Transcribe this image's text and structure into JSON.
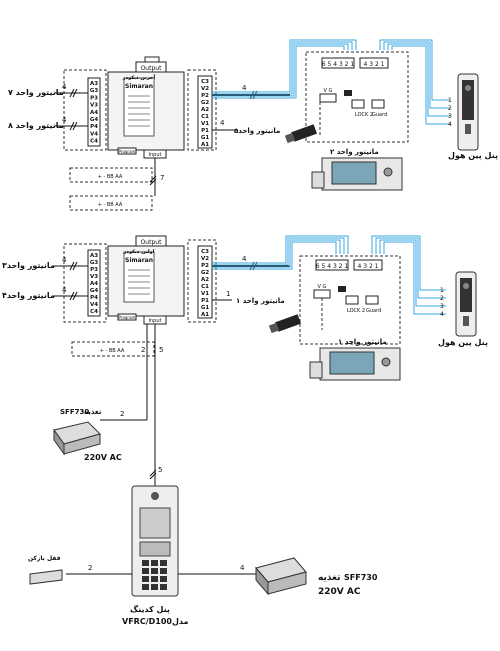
{
  "colors": {
    "wire": "#111111",
    "bus": "#3aa7e0",
    "panel_bg": "#f4f4f4"
  },
  "decoder_top": {
    "title": "آخرین دیکودر",
    "output_label": "Output",
    "input_label": "Input",
    "program_label": "Program",
    "brand": "Simaran",
    "left_terminals": [
      "A3",
      "G3",
      "P3",
      "V3",
      "A4",
      "G4",
      "P4",
      "V4",
      "C4"
    ],
    "right_terminals": [
      "C3",
      "V2",
      "P2",
      "G2",
      "A2",
      "C1",
      "V1",
      "P1",
      "G1",
      "A1"
    ]
  },
  "decoder_bottom": {
    "title": "اولین دیکودر",
    "output_label": "Output",
    "input_label": "Input",
    "program_label": "Program",
    "brand": "Simaran",
    "left_terminals": [
      "A3",
      "G3",
      "P3",
      "V3",
      "A4",
      "G4",
      "P4",
      "V4",
      "C4"
    ],
    "right_terminals": [
      "C3",
      "V2",
      "P2",
      "G2",
      "A2",
      "C1",
      "V1",
      "P1",
      "G1",
      "A1"
    ]
  },
  "labels": {
    "unit7": "مانیتور واحد ۷",
    "unit8": "مانیتور واحد ۸",
    "unit5": "مانیتور واحد۵",
    "unit3": "مانیتور واحد۳",
    "unit4": "مانیتور واحد۴",
    "unit1": "مانیتور واحد ۱",
    "monitor_unit2": "مانیتور واحد ۲",
    "monitor_unit1": "مانیتور واحد ۱",
    "door_panel_top": "پنل پین هول",
    "door_panel_bottom": "پنل پین هول",
    "lock2": "LOCK 2",
    "guard": "Guard",
    "vg": "V  G",
    "terminals_654321": "6 5 4 3 2 1",
    "terminals_4321": "4 3 2 1",
    "sff_top": "SFF730",
    "sff_top_feed": "تغذیه",
    "ac_top": "220V AC",
    "sff_bottom": "SFF730",
    "sff_bottom_feed": "تغذیه",
    "ac_bottom": "220V AC",
    "lock_label": "قفل بازکن",
    "keypad_name": "پنل کدینگ",
    "keypad_model": "VFRC/D100مدل",
    "bus_labels": "+ - BB AA",
    "num_4": "4",
    "num_5": "5",
    "num_7": "7",
    "num_2": "2",
    "num_1": "1",
    "num_3": "3"
  }
}
